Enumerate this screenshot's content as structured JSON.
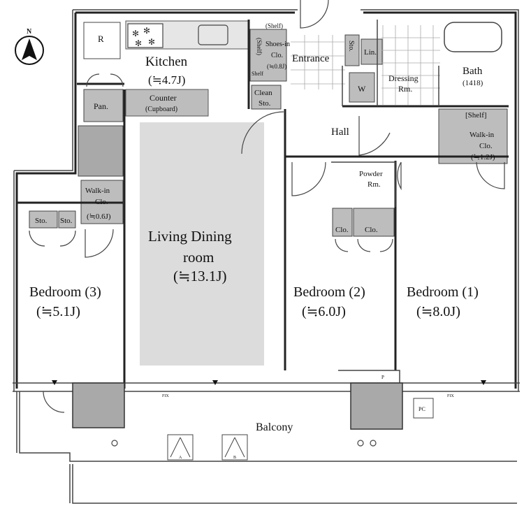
{
  "compass": {
    "north": "N"
  },
  "kitchen": {
    "name": "Kitchen",
    "size": "(≒4.7J)",
    "fridge": "R",
    "pantry": "Pan.",
    "counter": "Counter",
    "counter_note": "(Cupboard)"
  },
  "ldk": {
    "line1": "Living Dining",
    "line2": "room",
    "size": "(≒13.1J)"
  },
  "bedroom3": {
    "name": "Bedroom (3)",
    "size": "(≒5.1J)",
    "walkin": "Walk-in",
    "walkin_clo": "Clo.",
    "walkin_size": "(≒0.6J)",
    "sto1": "Sto.",
    "sto2": "Sto."
  },
  "bedroom2": {
    "name": "Bedroom (2)",
    "size": "(≒6.0J)",
    "clo1": "Clo.",
    "clo2": "Clo."
  },
  "bedroom1": {
    "name": "Bedroom (1)",
    "size": "(≒8.0J)",
    "shelf": "[Shelf]",
    "walkin": "Walk-in",
    "walkin_clo": "Clo.",
    "walkin_size": "(≒1.2J)"
  },
  "entrance": {
    "name": "Entrance",
    "shoes1": "Shoes-in",
    "shoes2": "Clo.",
    "shoes_size": "(≒0.8J)",
    "shelf_top": "(Shelf)",
    "shelf_side": "(Shelf)",
    "shelf_bottom": "Shelf",
    "sto": "Sto.",
    "lin": "Lin."
  },
  "dressing": {
    "line1": "Dressing",
    "line2": "Rm.",
    "washer": "W"
  },
  "bath": {
    "name": "Bath",
    "size": "(1418)"
  },
  "hall": {
    "name": "Hall"
  },
  "clean": {
    "line1": "Clean",
    "line2": "Sto."
  },
  "powder": {
    "line1": "Powder",
    "line2": "Rm."
  },
  "balcony": {
    "name": "Balcony",
    "fix1": "FIX",
    "fix2": "FIX",
    "p": "P",
    "pc": "PC",
    "unit_a": "A",
    "unit_b": "B"
  }
}
